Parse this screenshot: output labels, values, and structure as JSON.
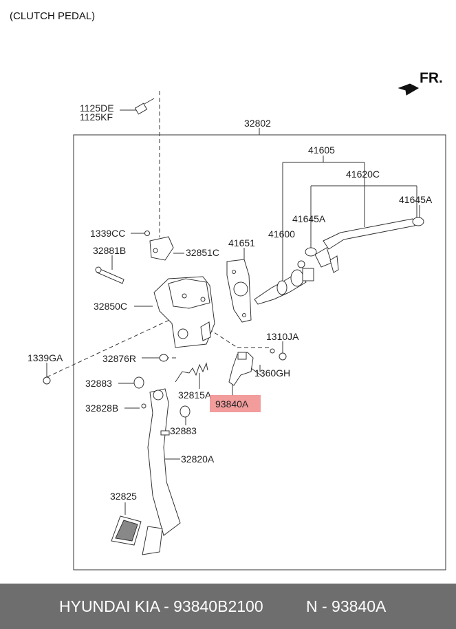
{
  "caption": "(CLUTCH PEDAL)",
  "direction": "FR.",
  "labels": {
    "l_1125de": "1125DE",
    "l_1125kf": "1125KF",
    "l_32802": "32802",
    "l_41605": "41605",
    "l_41620c": "41620C",
    "l_41645a_r": "41645A",
    "l_41645a_l": "41645A",
    "l_41600": "41600",
    "l_41651": "41651",
    "l_1339cc": "1339CC",
    "l_32881b": "32881B",
    "l_32851c": "32851C",
    "l_32850c": "32850C",
    "l_1310ja": "1310JA",
    "l_1339ga": "1339GA",
    "l_32876r": "32876R",
    "l_1360gh": "1360GH",
    "l_32883_a": "32883",
    "l_32815a": "32815A",
    "l_32828b": "32828B",
    "l_32883_b": "32883",
    "l_32820a": "32820A",
    "l_32825": "32825"
  },
  "highlight": {
    "label": "93840A",
    "color": "#f08b8b"
  },
  "footer": {
    "brand": "HYUNDAI  KIA - 93840B2100",
    "part": "N - 93840A",
    "background": "#6e6e6e"
  }
}
